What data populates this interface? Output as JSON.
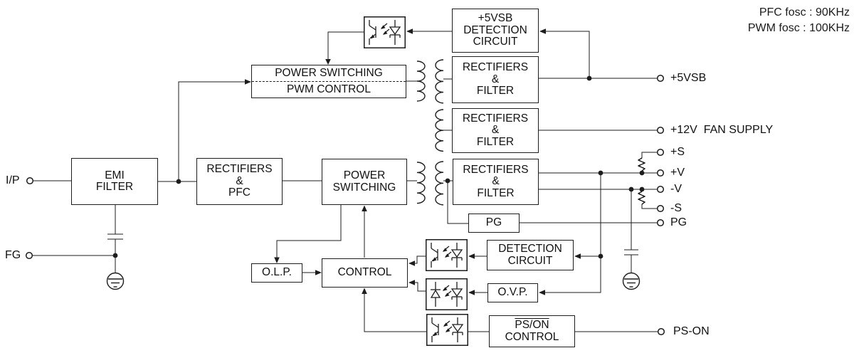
{
  "annotations": {
    "pfc_fosc": "PFC fosc : 90KHz",
    "pwm_fosc": "PWM fosc : 100KHz"
  },
  "blocks": {
    "emi_filter": {
      "lines": [
        "EMI",
        "FILTER"
      ]
    },
    "rectifiers_pfc": {
      "lines": [
        "RECTIFIERS",
        "&",
        "PFC"
      ]
    },
    "power_switching_pwm": {
      "lines": [
        "POWER SWITCHING",
        "PWM CONTROL"
      ]
    },
    "power_switching": {
      "lines": [
        "POWER",
        "SWITCHING"
      ]
    },
    "vsb_detection": {
      "lines": [
        "+5VSB",
        "DETECTION",
        "CIRCUIT"
      ]
    },
    "rectifiers_filter_5vsb": {
      "lines": [
        "RECTIFIERS",
        "&",
        "FILTER"
      ]
    },
    "rectifiers_filter_fan": {
      "lines": [
        "RECTIFIERS",
        "&",
        "FILTER"
      ]
    },
    "rectifiers_filter_main": {
      "lines": [
        "RECTIFIERS",
        "&",
        "FILTER"
      ]
    },
    "pg_block": {
      "label": "PG"
    },
    "detection_circuit": {
      "lines": [
        "DETECTION",
        "CIRCUIT"
      ]
    },
    "ovp": {
      "label": "O.V.P."
    },
    "olp": {
      "label": "O.L.P."
    },
    "control": {
      "label": "CONTROL"
    },
    "pson_control": {
      "lines": [
        "PS/ON",
        "CONTROL"
      ]
    }
  },
  "terminals": {
    "input": "I/P",
    "frame_ground": "FG",
    "vsb": "+5VSB",
    "fan": "+12V  FAN SUPPLY",
    "sense_plus": "+S",
    "v_plus": "+V",
    "v_minus": "-V",
    "sense_minus": "-S",
    "power_good": "PG",
    "ps_on": "PS-ON"
  },
  "colors": {
    "line": "#1d1d1d",
    "background": "#ffffff",
    "text": "#111111"
  }
}
